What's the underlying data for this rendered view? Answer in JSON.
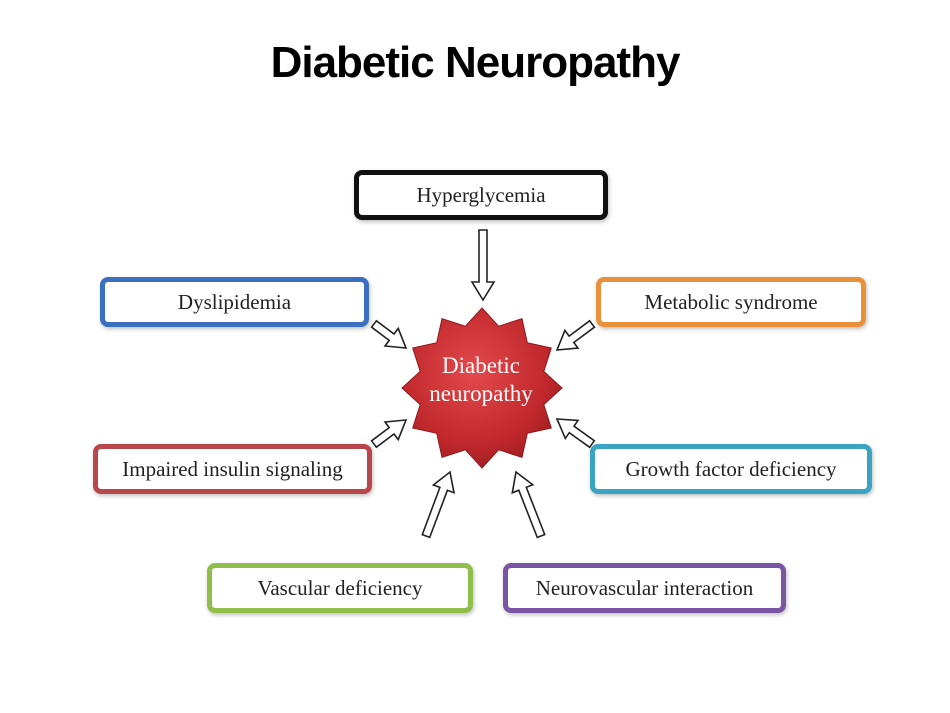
{
  "title": "Diabetic Neuropathy",
  "center": {
    "line1": "Diabetic",
    "line2": "neuropathy",
    "color": "#c0282c"
  },
  "factors": [
    {
      "label": "Hyperglycemia",
      "color": "#111111"
    },
    {
      "label": "Dyslipidemia",
      "color": "#3b6fbf"
    },
    {
      "label": "Metabolic syndrome",
      "color": "#e8913a"
    },
    {
      "label": "Impaired insulin signaling",
      "color": "#b8474b"
    },
    {
      "label": "Growth factor deficiency",
      "color": "#3aa3c2"
    },
    {
      "label": "Vascular deficiency",
      "color": "#8fbf4a"
    },
    {
      "label": "Neurovascular interaction",
      "color": "#7a55a3"
    }
  ]
}
